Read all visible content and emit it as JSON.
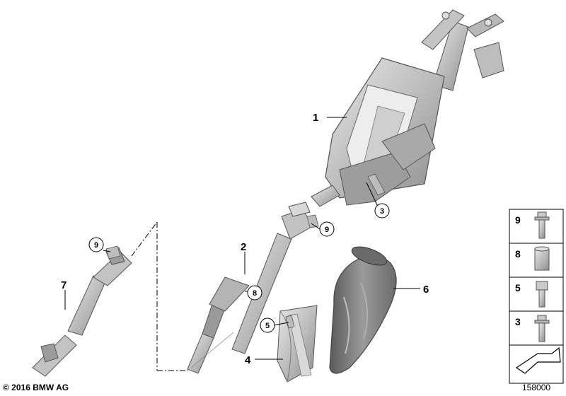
{
  "callouts": {
    "c1": "1",
    "c2": "2",
    "c3": "3",
    "c4": "4",
    "c5": "5",
    "c6": "6",
    "c7": "7",
    "c8": "8",
    "c9a": "9",
    "c9b": "9"
  },
  "legend": {
    "rows": [
      {
        "number": "9",
        "icon": "hex-flange-bolt-icon"
      },
      {
        "number": "8",
        "icon": "sleeve-nut-icon"
      },
      {
        "number": "5",
        "icon": "socket-head-screw-icon"
      },
      {
        "number": "3",
        "icon": "collar-bolt-icon"
      }
    ],
    "arrow_icon": "direction-arrow-icon"
  },
  "footer": {
    "copyright": "© 2016 BMW AG",
    "figure_id": "158000"
  },
  "colors": {
    "part_fill": "#c9c9c9",
    "part_stroke": "#555555",
    "dark_part": "#7a7a7a"
  }
}
